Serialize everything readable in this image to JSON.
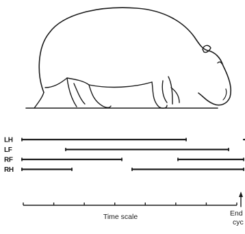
{
  "figure": {
    "limb_rows": [
      {
        "label": "LH",
        "segments": [
          [
            0,
            240
          ],
          [
            326,
            330
          ]
        ]
      },
      {
        "label": "LF",
        "segments": [
          [
            64,
            302
          ]
        ]
      },
      {
        "label": "RF",
        "segments": [
          [
            0,
            146
          ],
          [
            228,
            330
          ]
        ]
      },
      {
        "label": "RH",
        "segments": [
          [
            0,
            73
          ],
          [
            161,
            330
          ]
        ]
      }
    ],
    "time_scale": {
      "label": "Time scale",
      "ticks": 8
    },
    "cycle_marker": {
      "label_line1": "End",
      "label_line2": "cyc"
    }
  }
}
